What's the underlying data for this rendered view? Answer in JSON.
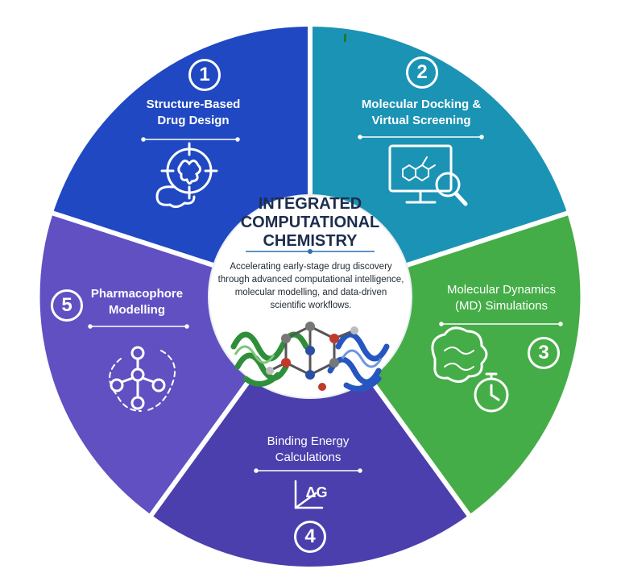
{
  "center": {
    "title_lines": [
      "INTEGRATED",
      "COMPUTATIONAL",
      "CHEMISTRY"
    ],
    "description_lines": [
      "Accelerating early-stage drug discovery",
      "through advanced computational intelligence,",
      "molecular modelling, and data-driven",
      "scientific workflows."
    ]
  },
  "segments": [
    {
      "number": "1",
      "title_lines": [
        "Structure-Based",
        "Drug Design"
      ],
      "icon": "target-protein-icon",
      "color": "#1f48c2"
    },
    {
      "number": "2",
      "title_lines": [
        "Molecular Docking &",
        "Virtual Screening"
      ],
      "icon": "monitor-search-icon",
      "color": "#1b93b4"
    },
    {
      "number": "3",
      "title_lines": [
        "Molecular Dynamics",
        "(MD) Simulations"
      ],
      "icon": "protein-stopwatch-icon",
      "color": "#45ad47"
    },
    {
      "number": "4",
      "title_lines": [
        "Binding Energy",
        "Calculations"
      ],
      "symbol": "ΔG",
      "icon": "delta-g-icon",
      "color": "#4b3fad"
    },
    {
      "number": "5",
      "title_lines": [
        "Pharmacophore",
        "Modelling"
      ],
      "icon": "pharmacophore-icon",
      "color": "#6050c2"
    }
  ]
}
